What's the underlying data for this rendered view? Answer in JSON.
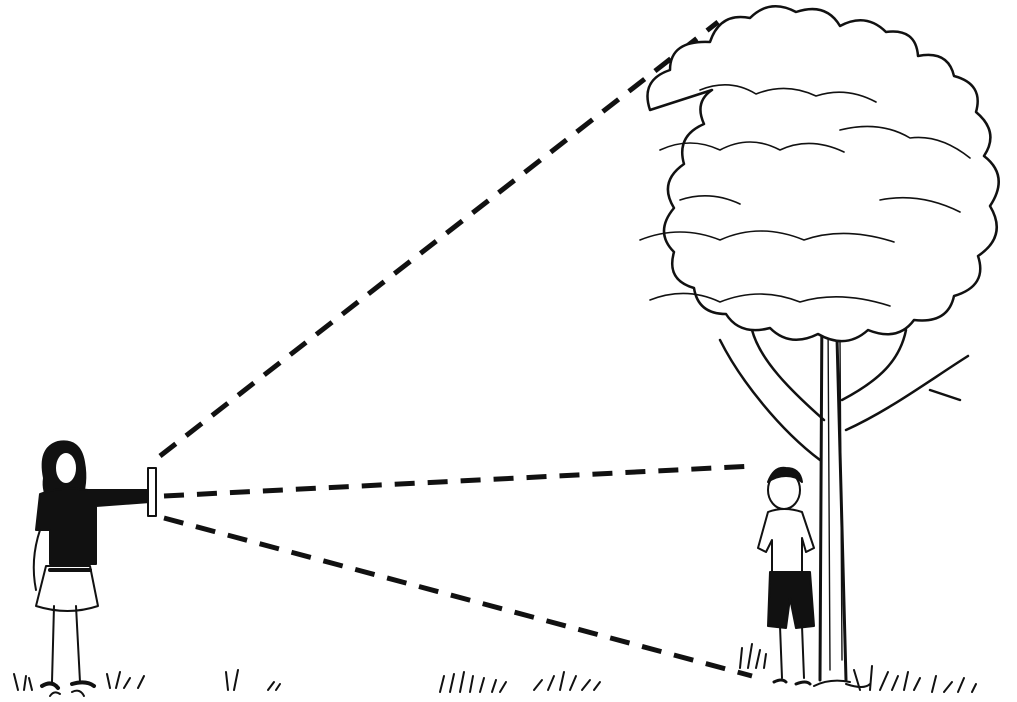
{
  "scene": {
    "kind": "illustration",
    "ink_color": "#111111",
    "paper_color": "#ffffff",
    "figures": [
      "girl-holding-ruler",
      "boy-standing",
      "tree"
    ],
    "sight_lines": 3,
    "line_style": "dashed"
  }
}
